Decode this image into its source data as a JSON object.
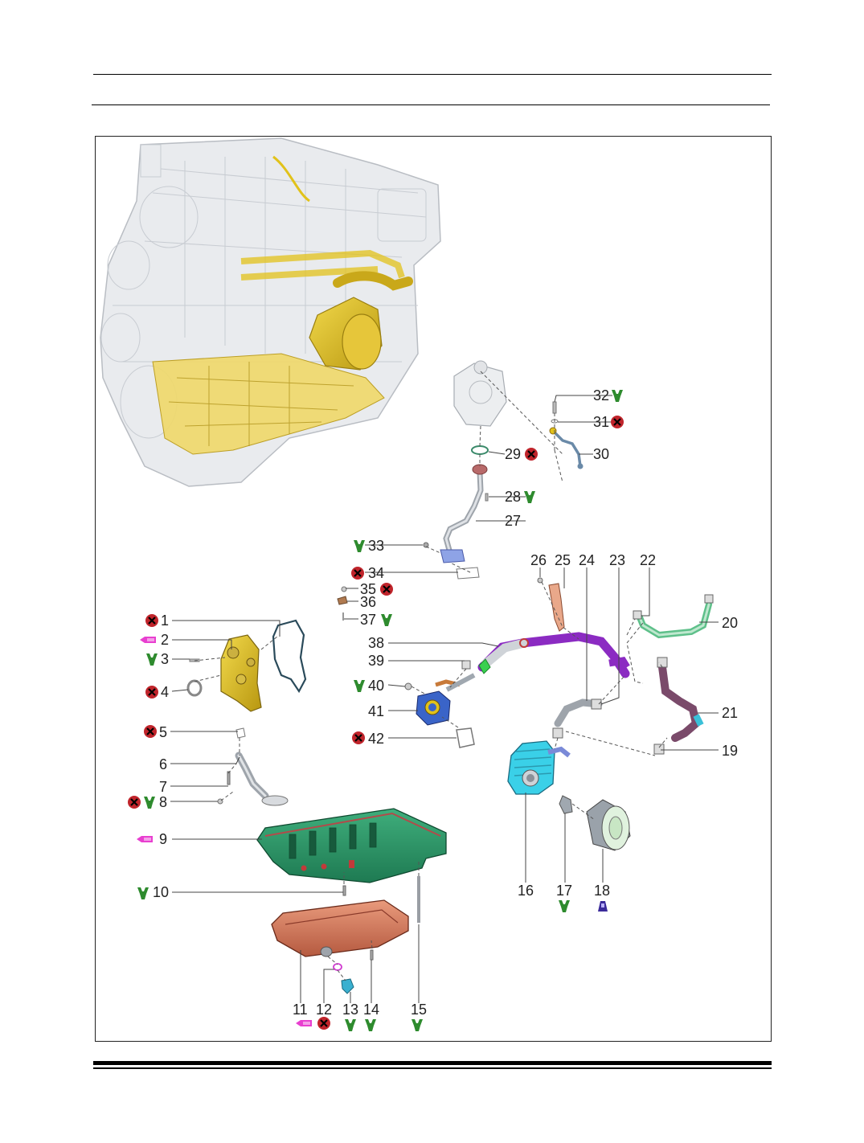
{
  "colors": {
    "label": "#222222",
    "replace_marker": "#c0242b",
    "torque_marker": "#2e8b2e",
    "sealant_marker": "#e83fd0",
    "tool_marker": "#3a2a9a",
    "highlight": "#e1c21a"
  },
  "icons": {
    "replace": "cross-circle-icon",
    "torque": "wrench-icon",
    "sealant": "sealant-tube-icon",
    "special_tool": "special-tool-icon"
  },
  "callouts": {
    "c1": "1",
    "c2": "2",
    "c3": "3",
    "c4": "4",
    "c5": "5",
    "c6": "6",
    "c7": "7",
    "c8": "8",
    "c9": "9",
    "c10": "10",
    "c11": "11",
    "c12": "12",
    "c13": "13",
    "c14": "14",
    "c15": "15",
    "c16": "16",
    "c17": "17",
    "c18": "18",
    "c19": "19",
    "c20": "20",
    "c21": "21",
    "c22": "22",
    "c23": "23",
    "c24": "24",
    "c25": "25",
    "c26": "26",
    "c27": "27",
    "c28": "28",
    "c29": "29",
    "c30": "30",
    "c31": "31",
    "c32": "32",
    "c33": "33",
    "c34": "34",
    "c35": "35",
    "c36": "36",
    "c37": "37",
    "c38": "38",
    "c39": "39",
    "c40": "40",
    "c41": "41",
    "c42": "42"
  }
}
